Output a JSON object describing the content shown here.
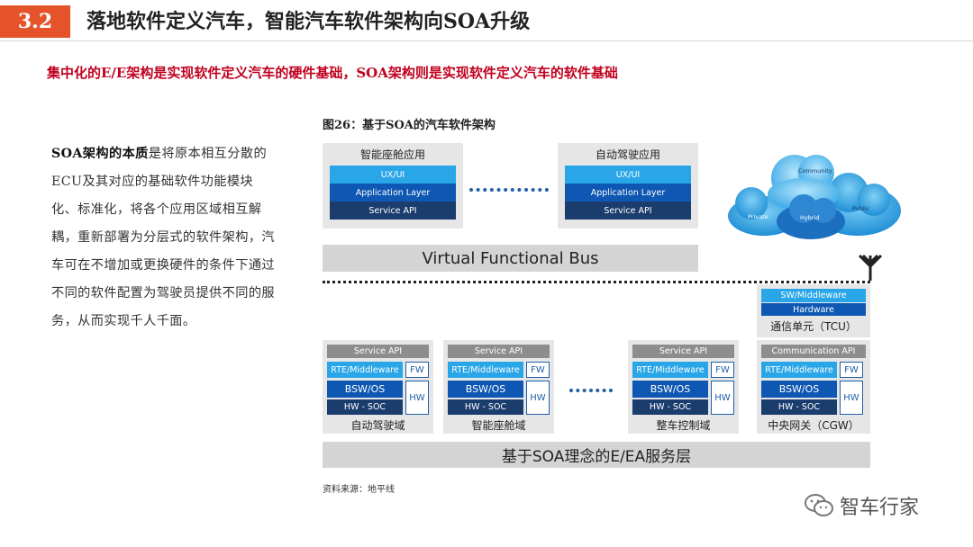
{
  "header": {
    "section_number": "3.2",
    "title": "落地软件定义汽车，智能汽车软件架构向SOA升级"
  },
  "subtitle": "集中化的E/E架构是实现软件定义汽车的硬件基础，SOA架构则是实现软件定义汽车的软件基础",
  "left_text": {
    "lead": "SOA架构的本质",
    "body": "是将原本相互分散的ECU及其对应的基础软件功能模块化、标准化，将各个应用区域相互解耦，重新部署为分层式的软件架构，汽车可在不增加或更换硬件的条件下通过不同的软件配置为驾驶员提供不同的服务，从而实现千人千面。"
  },
  "figure": {
    "caption": "图26：基于SOA的汽车软件架构",
    "apps": [
      {
        "title": "智能座舱应用",
        "layers": [
          "UX/UI",
          "Application Layer",
          "Service API"
        ]
      },
      {
        "title": "自动驾驶应用",
        "layers": [
          "UX/UI",
          "Application Layer",
          "Service API"
        ]
      }
    ],
    "cloud": {
      "labels": [
        "Community",
        "Private",
        "Hybrid",
        "Public"
      ]
    },
    "bus": "Virtual Functional Bus",
    "tcu": {
      "sw": "SW/Middleware",
      "hw": "Hardware",
      "name": "通信单元（TCU）"
    },
    "domains": [
      {
        "api": "Service API",
        "rte": "RTE/Middleware",
        "bsw": "BSW/OS",
        "hwsoc": "HW - SOC",
        "fw": "FW",
        "hw": "HW",
        "name": "自动驾驶域"
      },
      {
        "api": "Service API",
        "rte": "RTE/Middleware",
        "bsw": "BSW/OS",
        "hwsoc": "HW - SOC",
        "fw": "FW",
        "hw": "HW",
        "name": "智能座舱域"
      },
      {
        "api": "Service API",
        "rte": "RTE/Middleware",
        "bsw": "BSW/OS",
        "hwsoc": "HW - SOC",
        "fw": "FW",
        "hw": "HW",
        "name": "整车控制域"
      },
      {
        "api": "Communication API",
        "rte": "RTE/Middleware",
        "bsw": "BSW/OS",
        "hwsoc": "HW - SOC",
        "fw": "FW",
        "hw": "HW",
        "name": "中央网关（CGW）"
      }
    ],
    "service_layer": "基于SOA理念的E/EA服务层",
    "source": "资料来源：地平线"
  },
  "watermark": "智车行家",
  "colors": {
    "accent": "#e5532a",
    "subtitle_red": "#c0001e",
    "light_blue": "#29a6e8",
    "mid_blue": "#0e57b2",
    "dark_blue": "#1b3d6e"
  }
}
